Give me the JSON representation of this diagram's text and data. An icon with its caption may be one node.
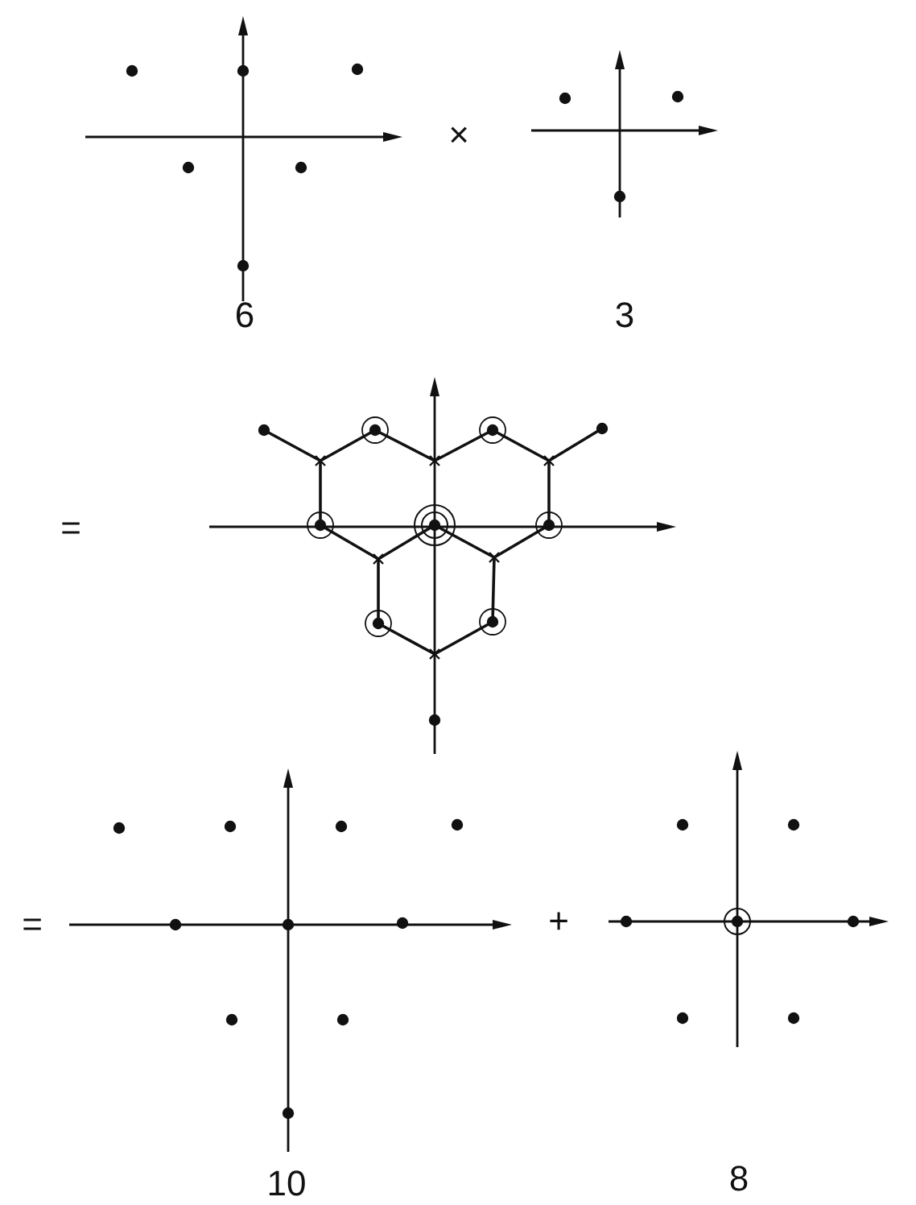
{
  "diagram": {
    "labels": [
      "×",
      "6",
      "3",
      "=",
      "=",
      "+",
      "10",
      "8"
    ]
  }
}
